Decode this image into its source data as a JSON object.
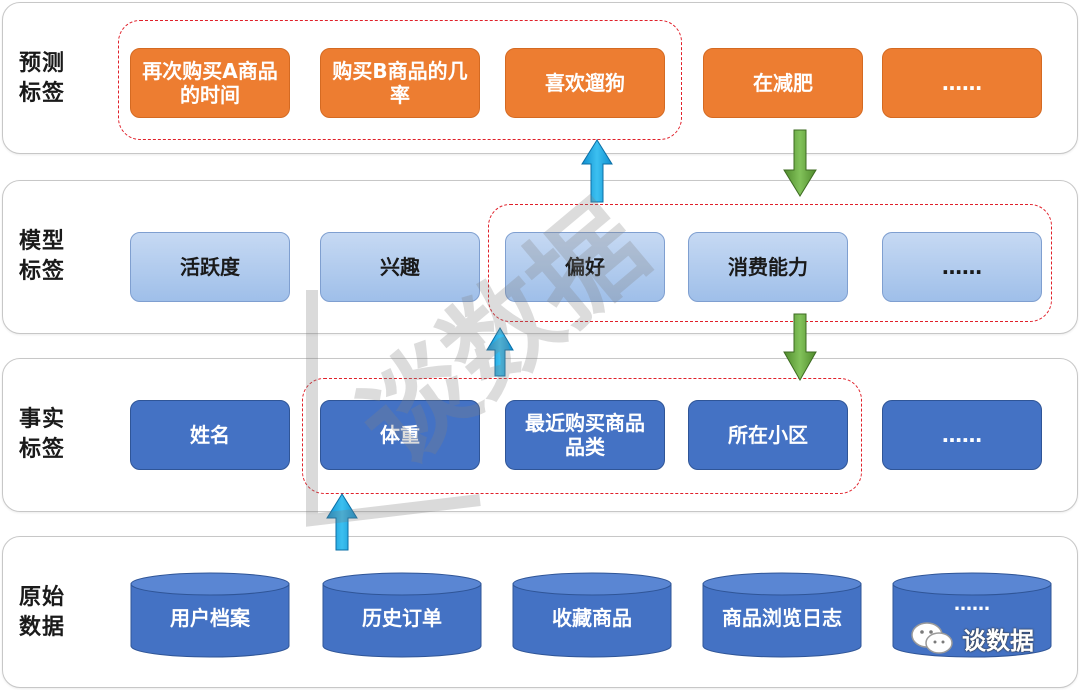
{
  "layers": {
    "prediction": {
      "label_line1": "预测",
      "label_line2": "标签",
      "items": [
        "再次购买A商品的时间",
        "购买B商品的几率",
        "喜欢遛狗",
        "在减肥",
        "……"
      ]
    },
    "model": {
      "label_line1": "模型",
      "label_line2": "标签",
      "items": [
        "活跃度",
        "兴趣",
        "偏好",
        "消费能力",
        "……"
      ]
    },
    "fact": {
      "label_line1": "事实",
      "label_line2": "标签",
      "items": [
        "姓名",
        "体重",
        "最近购买商品品类",
        "所在小区",
        "……"
      ]
    },
    "raw": {
      "label_line1": "原始",
      "label_line2": "数据",
      "items": [
        "用户档案",
        "历史订单",
        "收藏商品",
        "商品浏览日志",
        "……"
      ]
    }
  },
  "watermark": {
    "text": "谈数据"
  },
  "brand": {
    "name": "谈数据",
    "icon": "wechat-icon"
  },
  "colors": {
    "orange": "#ed7d31",
    "light_blue": "#b4cdee",
    "dark_blue": "#4472c4",
    "arrow_up": "#1fa6e6",
    "arrow_down": "#70ad47",
    "dashed_group": "#e0202a"
  }
}
